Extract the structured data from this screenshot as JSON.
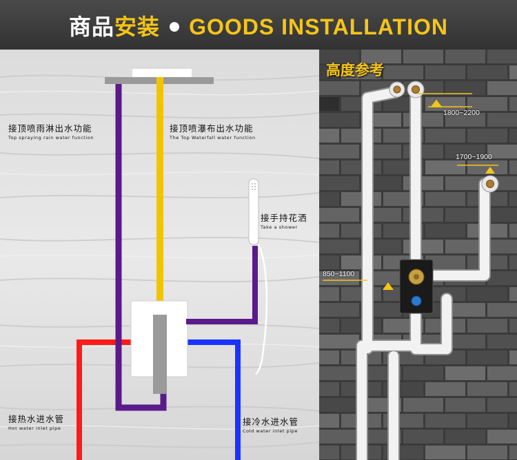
{
  "header": {
    "title_cn_white": "商品",
    "title_cn_yellow": "安装",
    "title_en": "GOODS INSTALLATION"
  },
  "left_panel": {
    "labels": {
      "rain": {
        "cn": "接顶喷雨淋出水功能",
        "en": "Top spraying rain water function"
      },
      "waterfall": {
        "cn": "接顶喷瀑布出水功能",
        "en": "The Top Waterfall water function"
      },
      "handheld": {
        "cn": "接手持花洒",
        "en": "Take a shower"
      },
      "hot": {
        "cn": "接热水进水管",
        "en": "Hot water inlet pipe"
      },
      "cold": {
        "cn": "接冷水进水管",
        "en": "Cold water inlet pipe"
      }
    },
    "colors": {
      "purple": "#5a1a8a",
      "yellow": "#f2c400",
      "red": "#ff1a1a",
      "blue": "#1a33ff",
      "white": "#ffffff"
    }
  },
  "right_panel": {
    "title": "高度参考",
    "heights": {
      "top": "1800~2200",
      "middle": "1700~1900",
      "bottom": "850~1100"
    },
    "colors": {
      "accent": "#f5c518",
      "pipe": "#f2f2f2",
      "brass": "#c8a040"
    }
  }
}
